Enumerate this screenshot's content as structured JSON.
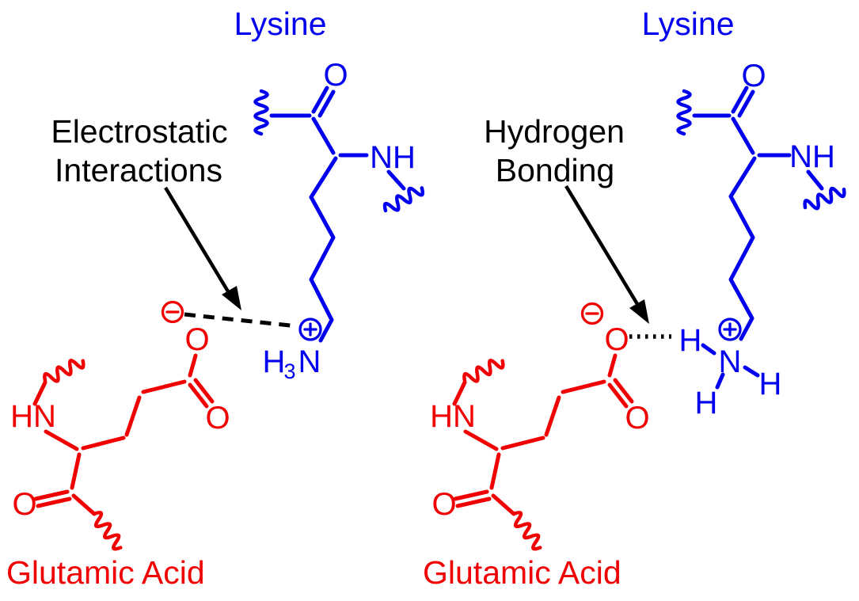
{
  "colors": {
    "lysine_blue": "#0000ee",
    "glutamate_red": "#f00000",
    "annotation_black": "#000000",
    "background": "#ffffff"
  },
  "left_panel": {
    "label_line1": "Electrostatic",
    "label_line2": "Interactions",
    "lysine": {
      "title": "Lysine",
      "carbonyl_o": "O",
      "backbone_nh": "NH",
      "ammonium_h": "H",
      "ammonium_subscript": "3",
      "ammonium_n": "N",
      "ammonium_charge": "+"
    },
    "glutamate": {
      "title": "Glutamic Acid",
      "backbone_hn": "HN",
      "carboxylate_o": "O",
      "carboxylate_o_double": "O",
      "carbonyl_o": "O",
      "carboxylate_charge": "−"
    }
  },
  "right_panel": {
    "label_line1": "Hydrogen",
    "label_line2": "Bonding",
    "lysine": {
      "title": "Lysine",
      "carbonyl_o": "O",
      "backbone_nh": "NH",
      "ammonium_n": "N",
      "ammonium_h_bonded": "H",
      "ammonium_h_lower": "H",
      "ammonium_h_right": "H",
      "ammonium_charge": "+"
    },
    "glutamate": {
      "title": "Glutamic Acid",
      "backbone_hn": "HN",
      "carboxylate_o": "O",
      "carboxylate_o_double": "O",
      "carbonyl_o": "O",
      "carboxylate_charge": "−"
    }
  }
}
